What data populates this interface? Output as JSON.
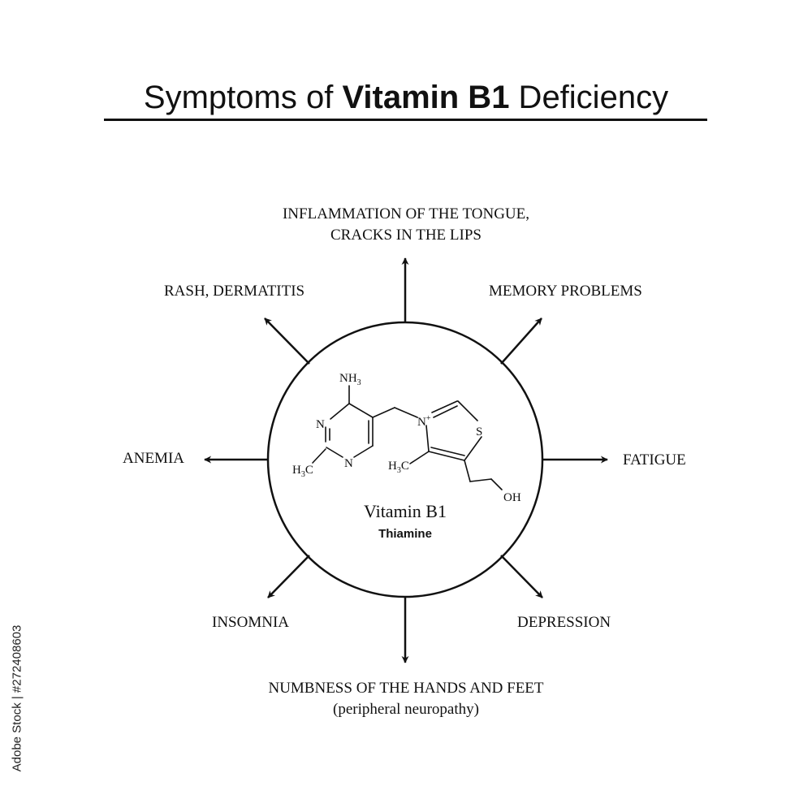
{
  "title": {
    "part1": "Symptoms of ",
    "bold": "Vitamin B1",
    "part2": " Deficiency"
  },
  "symptoms": {
    "tongue_line1": "INFLAMMATION OF THE TONGUE,",
    "tongue_line2": "CRACKS IN THE LIPS",
    "memory": "MEMORY PROBLEMS",
    "rash": "RASH, DERMATITIS",
    "anemia": "ANEMIA",
    "fatigue": "FATIGUE",
    "insomnia": "INSOMNIA",
    "depression": "DEPRESSION",
    "numbness_line1": "NUMBNESS OF THE HANDS AND FEET",
    "numbness_line2": "(peripheral neuropathy)"
  },
  "molecule": {
    "name": "Vitamin B1",
    "common_name": "Thiamine",
    "atoms": {
      "nh3": "NH",
      "nh3_sub": "3",
      "n1": "N",
      "n2": "N",
      "n_plus": "N",
      "n_plus_charge": "+",
      "s": "S",
      "h3c_left": "H",
      "h3c_left_sub": "3",
      "h3c_left_c": "C",
      "h3c_mid": "H",
      "h3c_mid_sub": "3",
      "h3c_mid_c": "C",
      "oh": "OH"
    }
  },
  "watermark": "Adobe Stock | #272408603"
}
